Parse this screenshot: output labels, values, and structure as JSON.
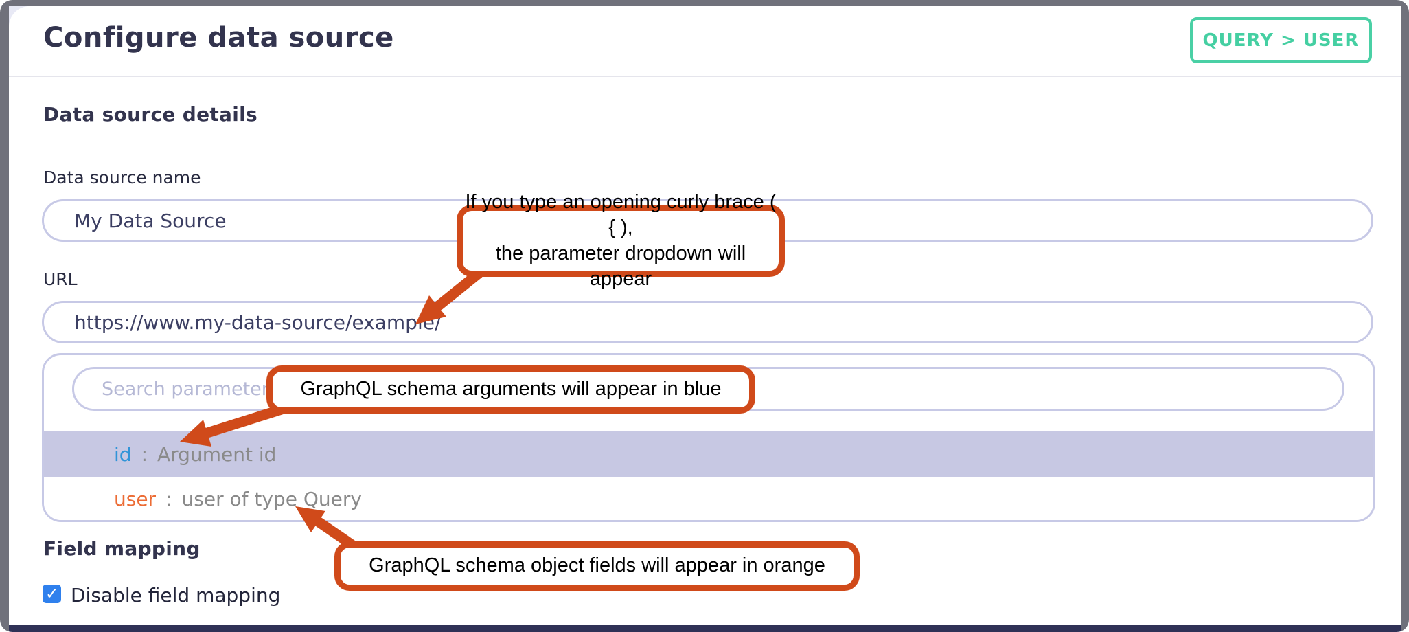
{
  "header": {
    "title": "Configure data source",
    "badge_label": "QUERY > USER"
  },
  "details": {
    "section_title": "Data source details",
    "name_field": {
      "label": "Data source name",
      "value": "My Data Source"
    },
    "url_field": {
      "label": "URL",
      "value": "https://www.my-data-source/example/"
    }
  },
  "parameter_dropdown": {
    "search_placeholder": "Search parameter",
    "options": [
      {
        "name": "id",
        "colon": ":",
        "description": "Argument id",
        "highlighted": true
      },
      {
        "name": "user",
        "colon": ":",
        "description": "user of type Query",
        "highlighted": false
      }
    ]
  },
  "field_mapping": {
    "section_title": "Field mapping",
    "checkbox_label": "Disable field mapping",
    "checkbox_checked": true
  },
  "callouts": {
    "url_hint": {
      "line1": "If you type an opening curly brace ( { ),",
      "line2": "the parameter dropdown will appear"
    },
    "blue_hint": "GraphQL schema arguments will appear in blue",
    "orange_hint": "GraphQL schema object fields will appear in orange"
  },
  "colors": {
    "badge_teal": "#45cfa2",
    "callout_border_orange": "#d04a1a",
    "argument_blue": "#3094d8",
    "field_orange": "#ec6c35",
    "row_highlight": "#c7c8e3",
    "input_border": "#c7c9e6",
    "checkbox_blue": "#2f80ed",
    "heading_navy": "#33344e",
    "description_gray": "#8a8a8a",
    "bottom_bar_navy": "#2f3156"
  }
}
